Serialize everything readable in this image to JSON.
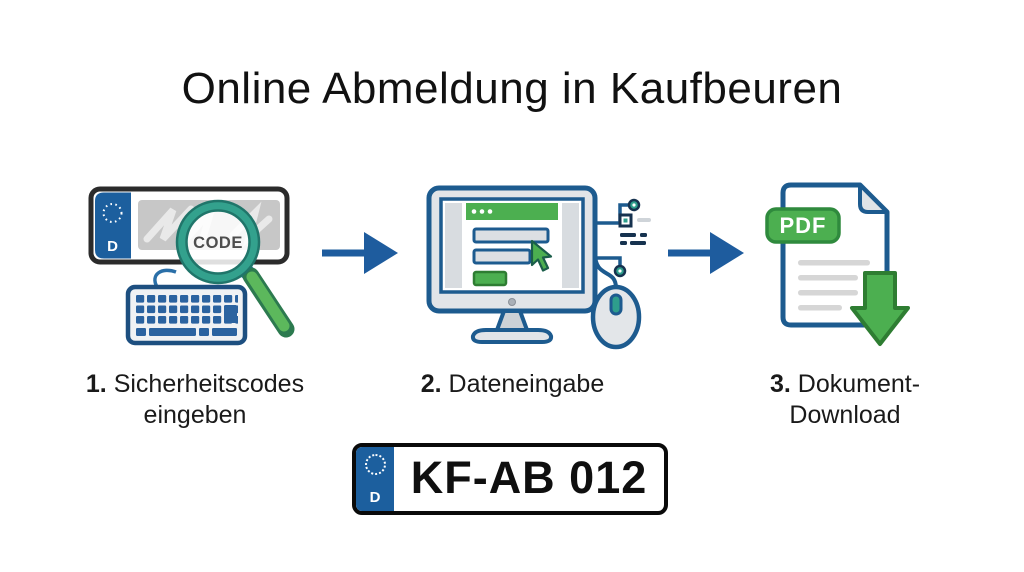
{
  "title": "Online Abmeldung in Kaufbeuren",
  "steps": [
    {
      "number": "1.",
      "line1": "Sicherheitscodes",
      "line2": "eingeben",
      "icon": "license-plate-magnifier-keyboard"
    },
    {
      "number": "2.",
      "line1": "Dateneingabe",
      "line2": "",
      "icon": "monitor-form-mouse"
    },
    {
      "number": "3.",
      "line1": "Dokument-",
      "line2": "Download",
      "icon": "pdf-document-download"
    }
  ],
  "icons": {
    "magnifier_code_text": "CODE",
    "step1_plate_country_letter": "D",
    "pdf_badge_text": "PDF"
  },
  "bottom_plate": {
    "country_letter": "D",
    "registration": "KF-AB 012"
  },
  "colors": {
    "blue_primary": "#1e5c9e",
    "navy_outline": "#1d5b8f",
    "green_accent": "#4caf50",
    "teal_accent": "#2e9e8c",
    "light_gray": "#dfe2e6",
    "plate_blue": "#1c5f9e",
    "text_dark": "#111111",
    "background": "#ffffff"
  }
}
